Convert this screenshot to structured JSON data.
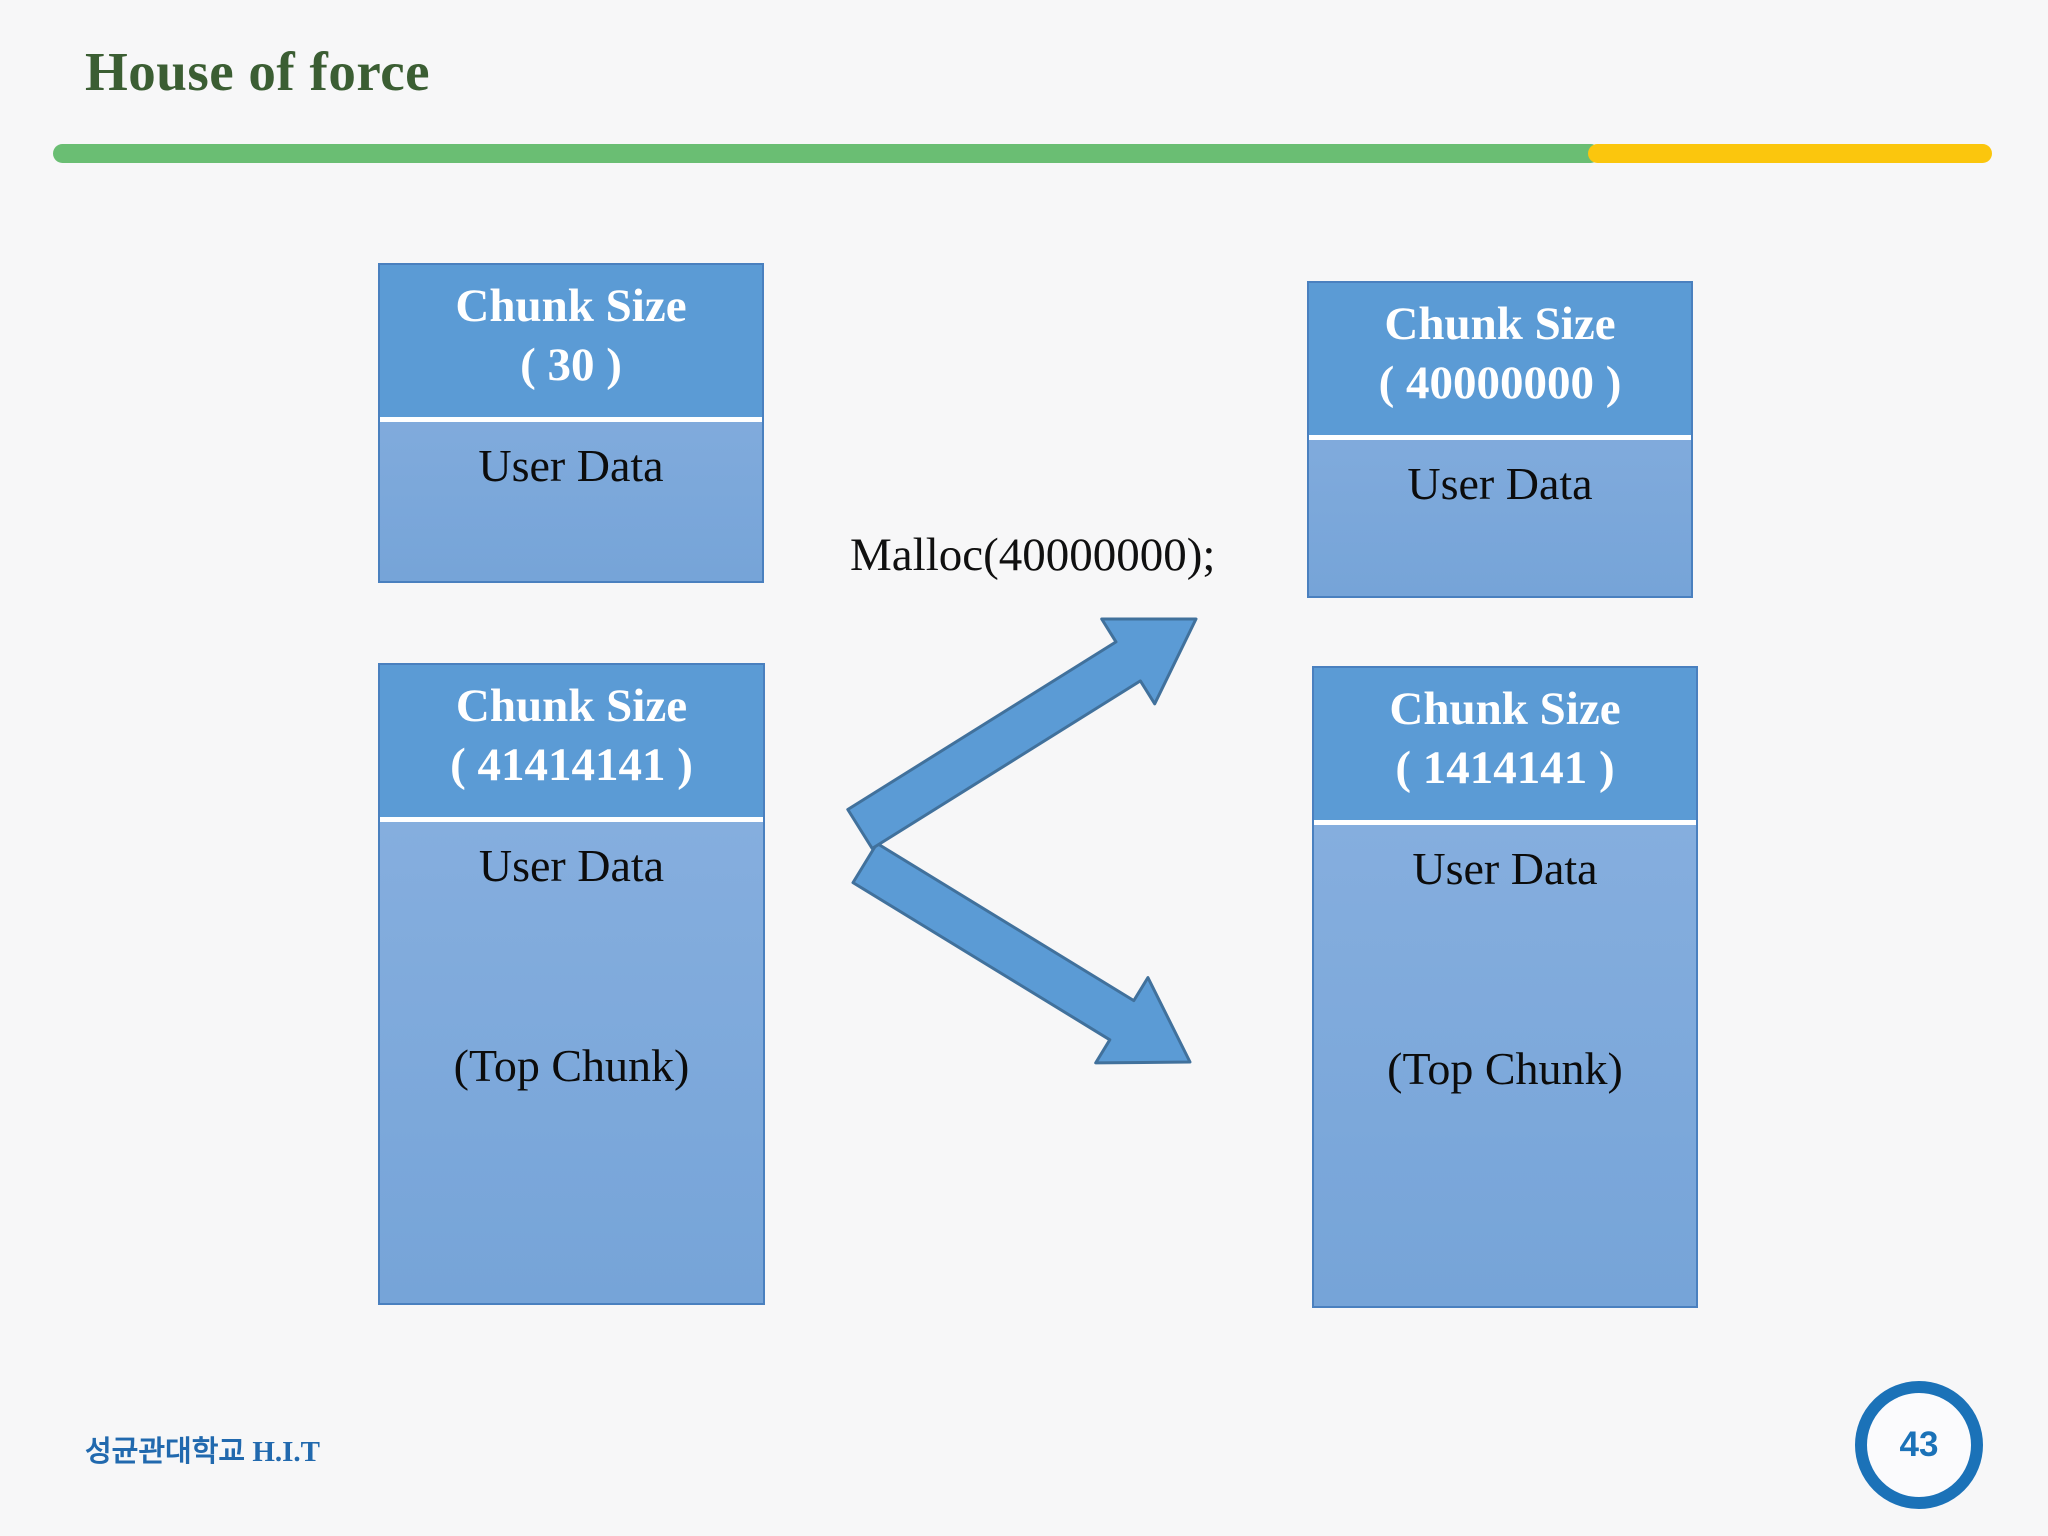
{
  "slide": {
    "title": "House of force",
    "footer": "성균관대학교 H.I.T",
    "page_number": "43"
  },
  "colors": {
    "background": "#f7f7f8",
    "title_green": "#3b5e33",
    "accent_bar_green": "#6abe73",
    "accent_bar_yellow": "#fbc60d",
    "chunk_header_blue": "#5b9bd5",
    "chunk_body_blue": "#7fa9da",
    "chunk_border_blue": "#4a80bf",
    "arrow_fill": "#5b9bd5",
    "arrow_border": "#41719c",
    "footer_blue": "#2169ae",
    "page_circle_blue": "#1b72b8"
  },
  "diagram": {
    "malloc_label": "Malloc(40000000);",
    "boxes": [
      {
        "name": "heap-before-allocated-chunk",
        "header_line1": "Chunk Size",
        "header_line2": "( 30 )",
        "body_label": "User Data"
      },
      {
        "name": "heap-before-top-chunk",
        "header_line1": "Chunk Size",
        "header_line2": "( 41414141 )",
        "body_label": "User Data",
        "top_label": "(Top Chunk)"
      },
      {
        "name": "heap-after-allocated-chunk",
        "header_line1": "Chunk Size",
        "header_line2": "( 40000000 )",
        "body_label": "User Data"
      },
      {
        "name": "heap-after-top-chunk",
        "header_line1": "Chunk Size",
        "header_line2": "( 1414141 )",
        "body_label": "User Data",
        "top_label": "(Top Chunk)"
      }
    ]
  }
}
